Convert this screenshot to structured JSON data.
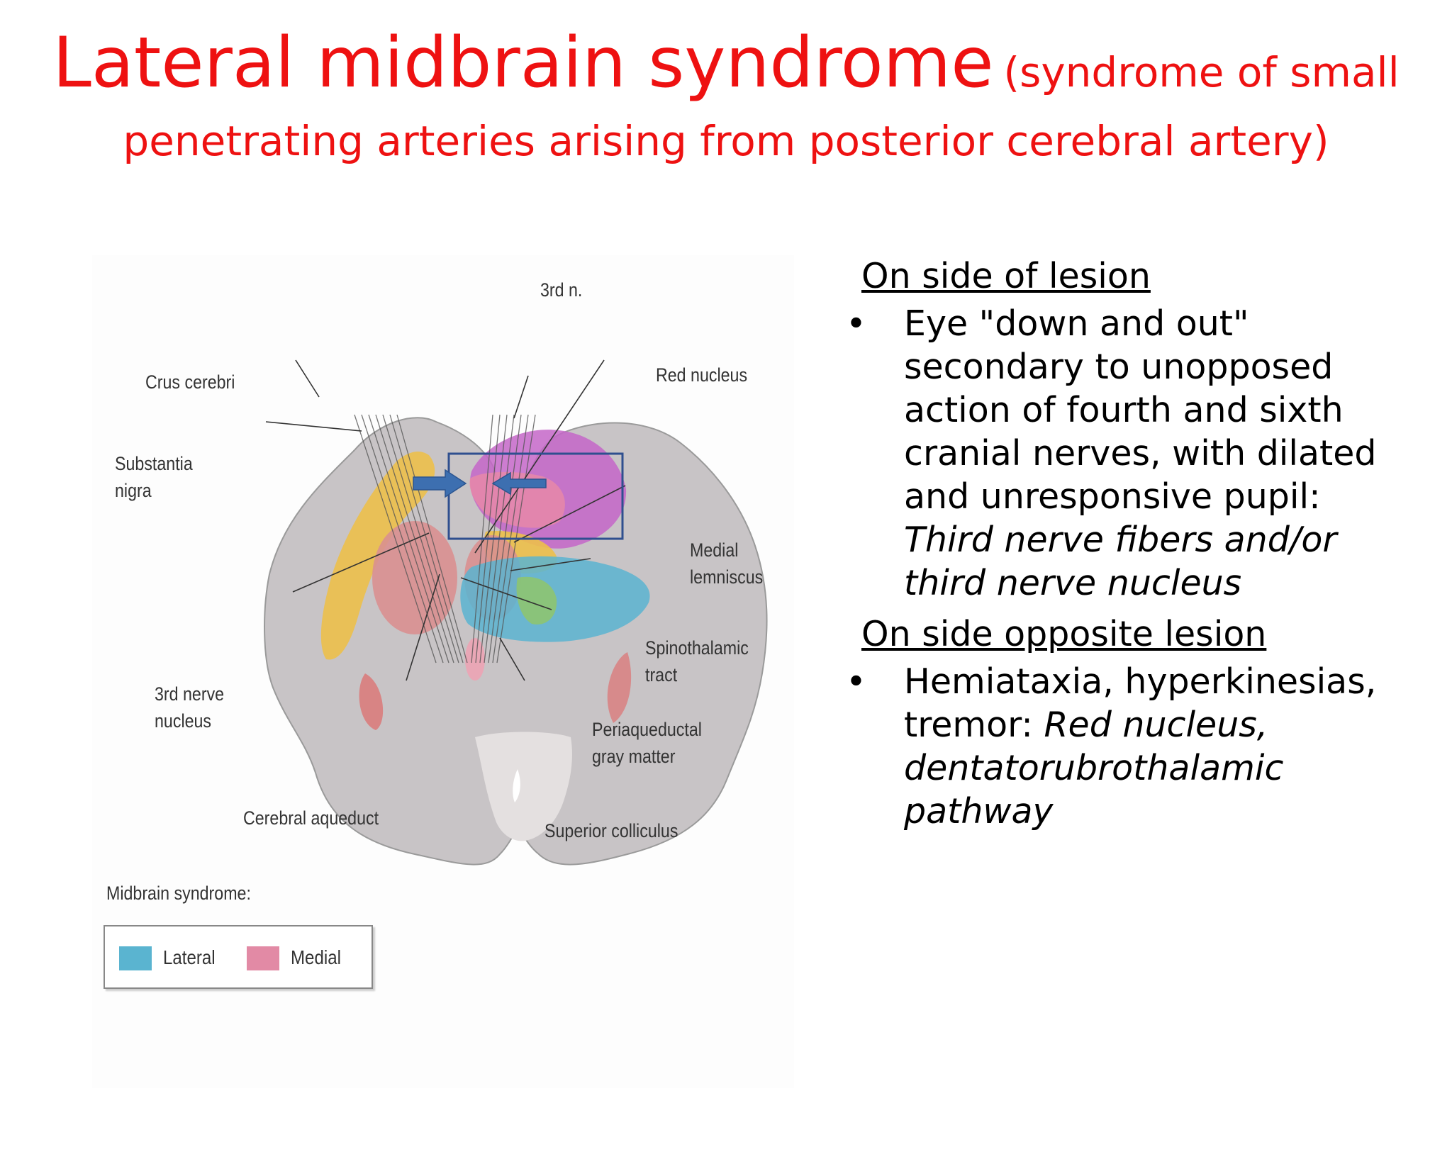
{
  "title": {
    "main": "Lateral midbrain syndrome",
    "sub_line1": "(syndrome of small",
    "sub_line2": "penetrating arteries arising from posterior cerebral artery)"
  },
  "colors": {
    "title": "#ee1111",
    "lateral": "#5ab4d0",
    "medial": "#e28aa5",
    "box": "#2f4f8f",
    "arrow": "#3d6fb0"
  },
  "diagram": {
    "labels": {
      "third_n": "3rd n.",
      "red_nucleus": "Red nucleus",
      "crus_cerebri": "Crus cerebri",
      "substantia": "Substantia",
      "nigra": "nigra",
      "medial": "Medial",
      "lemniscus": "lemniscus",
      "spinothalamic": "Spinothalamic",
      "tract": "tract",
      "third_nerve": "3rd nerve",
      "nucleus": "nucleus",
      "periaqueductal": "Periaqueductal",
      "gray_matter": "gray matter",
      "cerebral_aqueduct": "Cerebral aqueduct",
      "superior_colliculus": "Superior colliculus"
    },
    "legend": {
      "title": "Midbrain syndrome:",
      "lateral": "Lateral",
      "medial": "Medial"
    }
  },
  "sections": [
    {
      "heading": "On side of lesion",
      "bullet": "•",
      "text": "Eye \"down and out\" secondary to unopposed action of fourth and sixth cranial nerves, with dilated and unresponsive pupil: ",
      "italic": "Third nerve fibers and/or third nerve nucleus"
    },
    {
      "heading": "On side opposite lesion",
      "bullet": "•",
      "text": "Hemiataxia, hyperkinesias, tremor: ",
      "italic": "Red nucleus, dentatorubrothalamic pathway"
    }
  ]
}
